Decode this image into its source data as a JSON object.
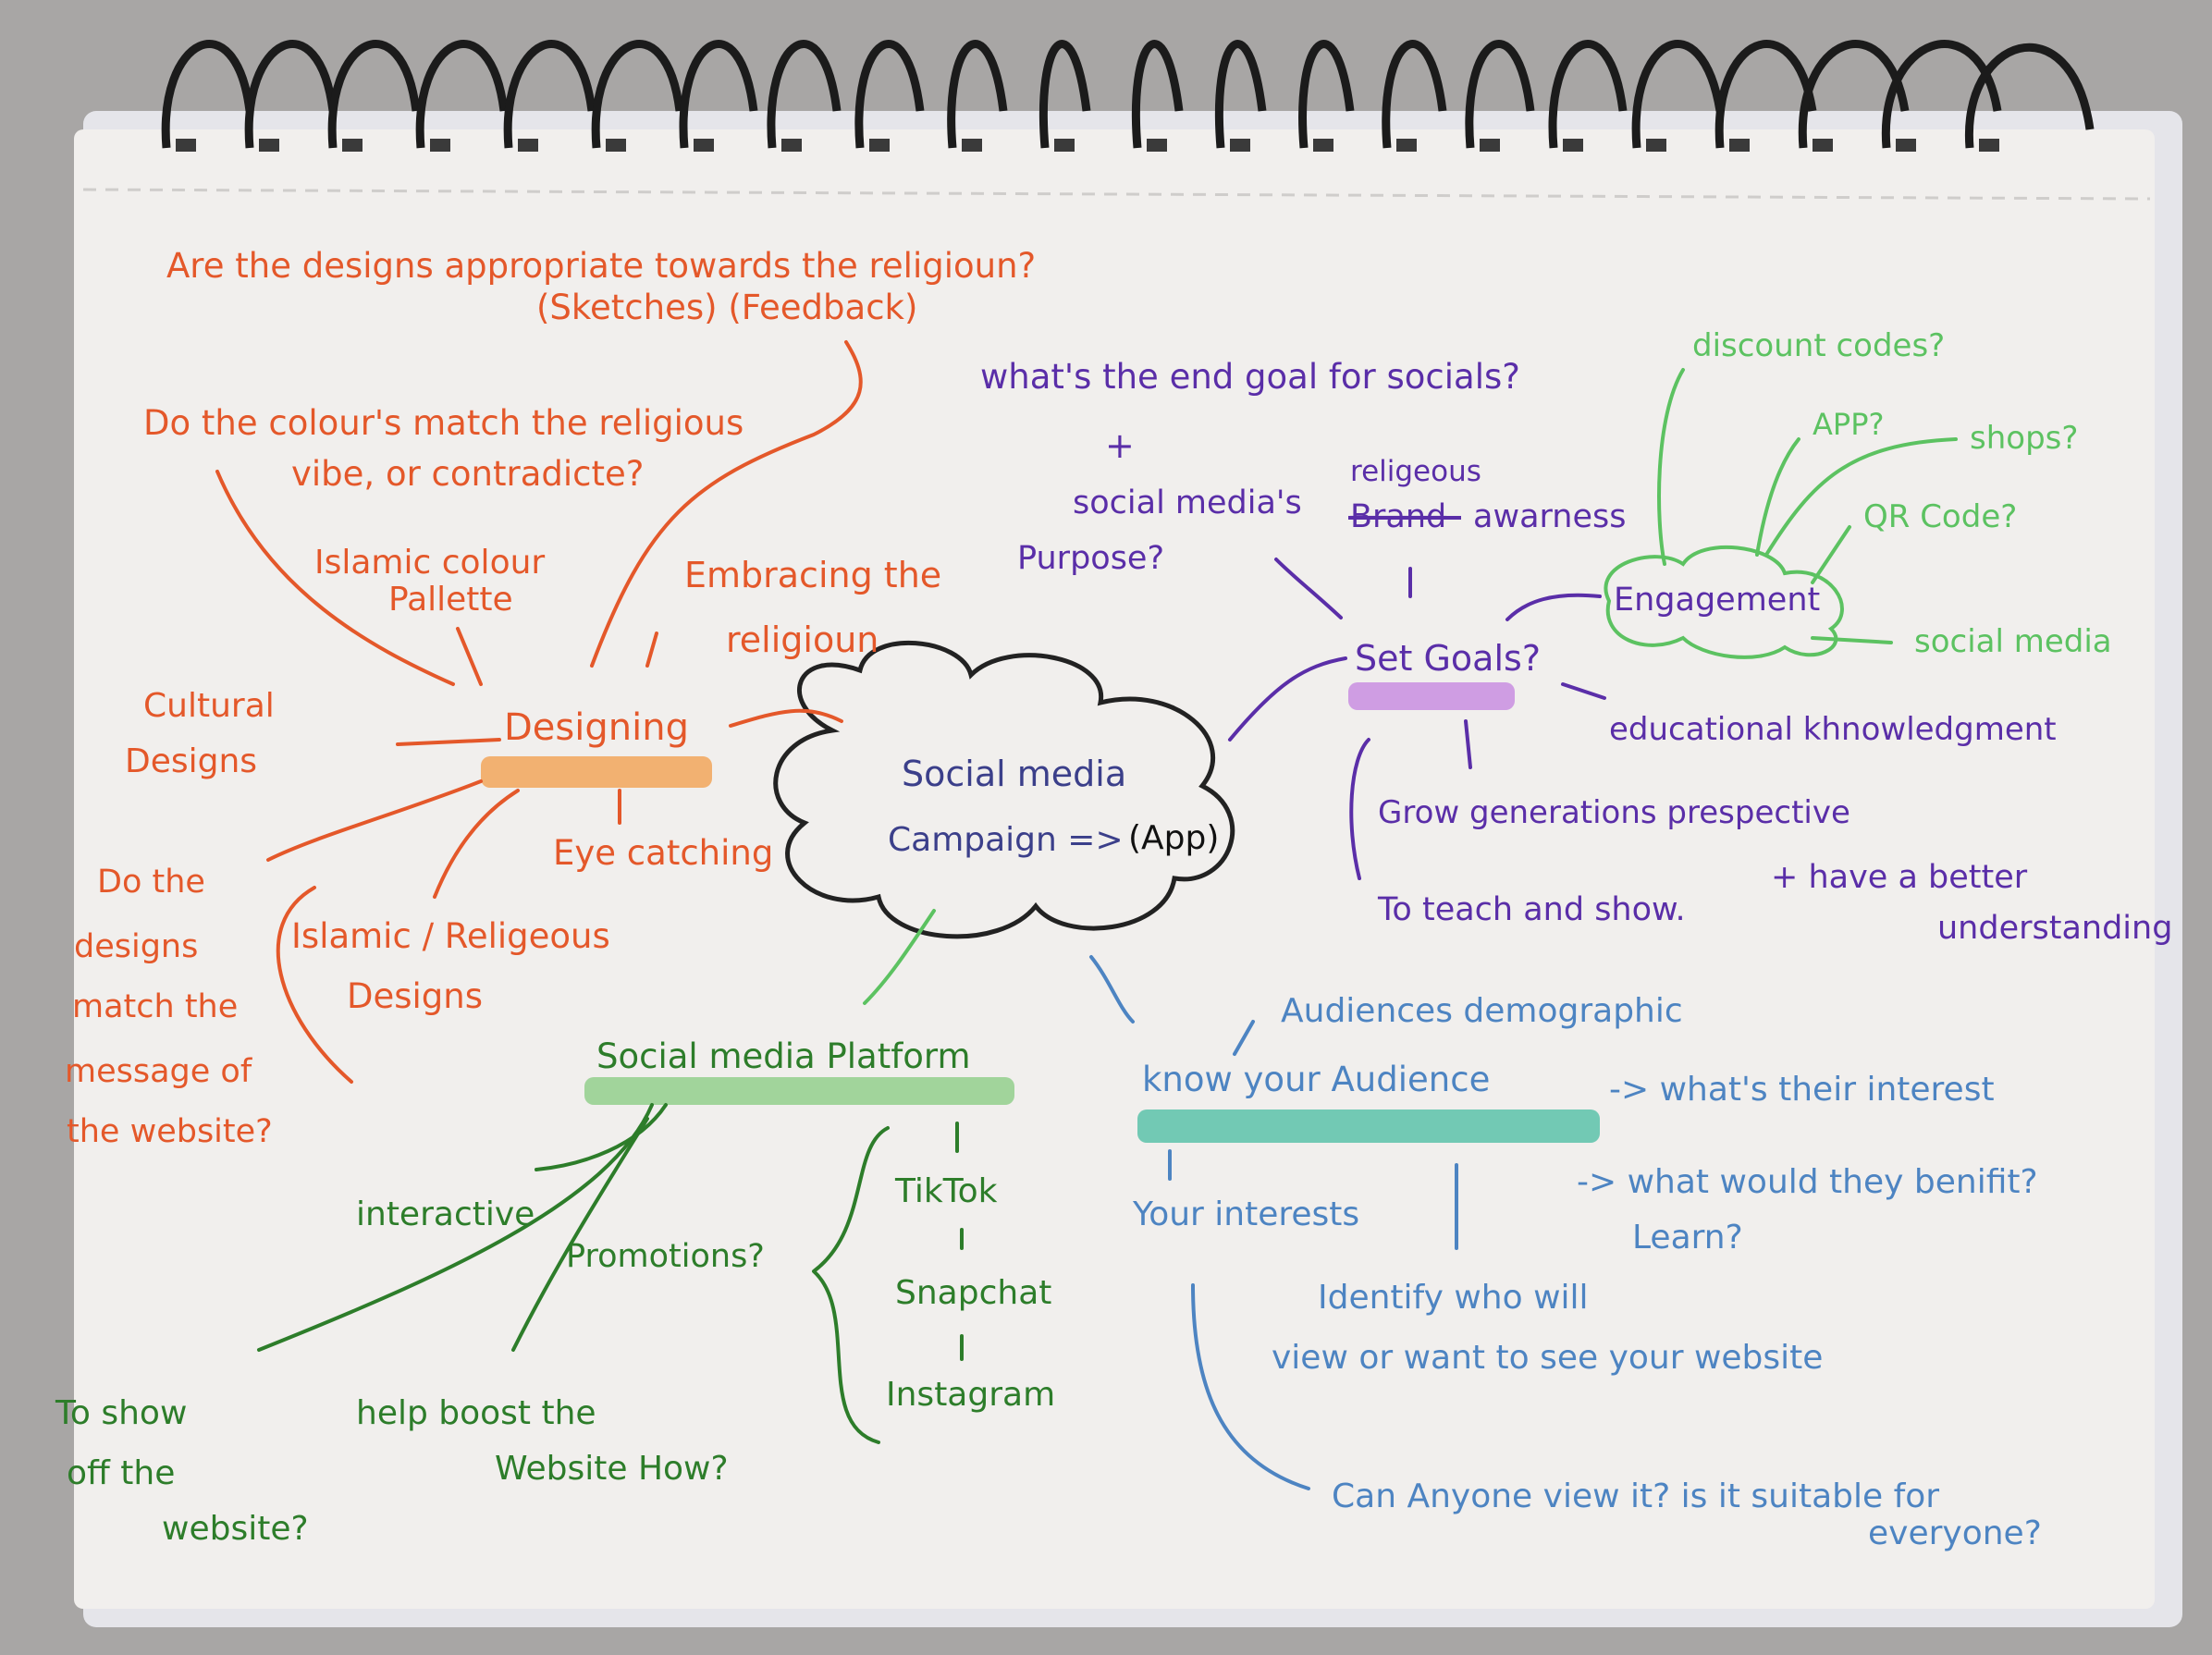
{
  "mindmap": {
    "center": {
      "line1": "Social media",
      "line2": "Campaign =>",
      "app": "(App)"
    },
    "designing": {
      "title": "Designing",
      "top_question_1": "Are the designs appropriate towards the religioun?",
      "top_question_2": "(Sketches) (Feedback)",
      "colours_question_1": "Do the colour's match the religious",
      "colours_question_2": "vibe, or contradicte?",
      "palette_1": "Islamic colour",
      "palette_2": "Pallette",
      "embracing_1": "Embracing the",
      "embracing_2": "religioun",
      "cultural_1": "Cultural",
      "cultural_2": "Designs",
      "eye": "Eye catching",
      "islamic_1": "Islamic / Religeous",
      "islamic_2": "Designs",
      "message_1": "Do the",
      "message_2": "designs",
      "message_3": "match the",
      "message_4": "message of",
      "message_5": "the website?"
    },
    "goals": {
      "title": "Set Goals?",
      "end_goal": "what's the end goal for socials?",
      "plus": "+",
      "purpose_1": "social media's",
      "purpose_2": "Purpose?",
      "religious": "religeous",
      "brand": "Brand",
      "awareness": "awarness",
      "engagement": "Engagement",
      "discount": "discount codes?",
      "app": "APP?",
      "shops": "shops?",
      "qr": "QR Code?",
      "social": "social media",
      "educational": "educational khnowledgment",
      "grow": "Grow generations prespective",
      "teach": "To teach and show.",
      "better_1": "+ have a better",
      "better_2": "understanding"
    },
    "platform": {
      "title": "Social media Platform",
      "interactive": "interactive",
      "promotions": "Promotions?",
      "tiktok": "TikTok",
      "snapchat": "Snapchat",
      "instagram": "Instagram",
      "show_1": "To show",
      "show_2": "off the",
      "show_3": "website?",
      "boost_1": "help boost the",
      "boost_2": "Website How?"
    },
    "audience": {
      "title": "know your Audience",
      "demographic": "Audiences demographic",
      "interest": "-> what's their interest",
      "benefit_1": "-> what would they benifit?",
      "benefit_2": "Learn?",
      "your_interests": "Your interests",
      "identify_1": "Identify who will",
      "identify_2": "view or want to see your website",
      "anyone_1": "Can Anyone view it? is it suitable for",
      "anyone_2": "everyone?"
    }
  }
}
